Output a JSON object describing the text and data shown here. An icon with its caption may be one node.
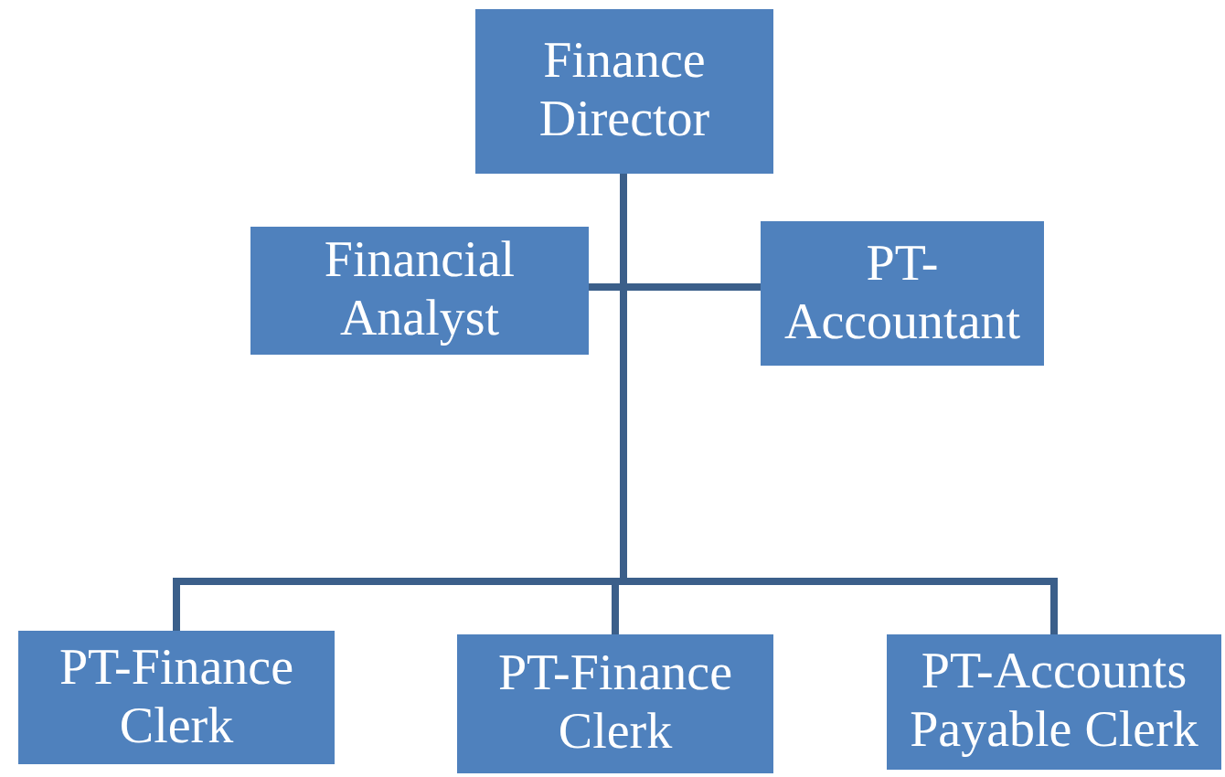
{
  "diagram": {
    "nodes": [
      {
        "text": [
          "Finance Director"
        ]
      },
      {
        "text": [
          "Financial Analyst"
        ]
      },
      {
        "text": [
          "PT-Accountant"
        ]
      },
      {
        "text": [
          "PT-Finance Clerk"
        ]
      },
      {
        "text": [
          "PT-Finance Clerk"
        ]
      },
      {
        "text": [
          "PT-Accounts Payable Clerk"
        ]
      }
    ],
    "edges": [
      {
        "from": 0,
        "to": 1,
        "arrow": "none"
      },
      {
        "from": 0,
        "to": 2,
        "arrow": "none"
      },
      {
        "from": 0,
        "to": 3,
        "arrow": "none"
      },
      {
        "from": 0,
        "to": 4,
        "arrow": "none"
      },
      {
        "from": 0,
        "to": 5,
        "arrow": "none"
      }
    ]
  }
}
